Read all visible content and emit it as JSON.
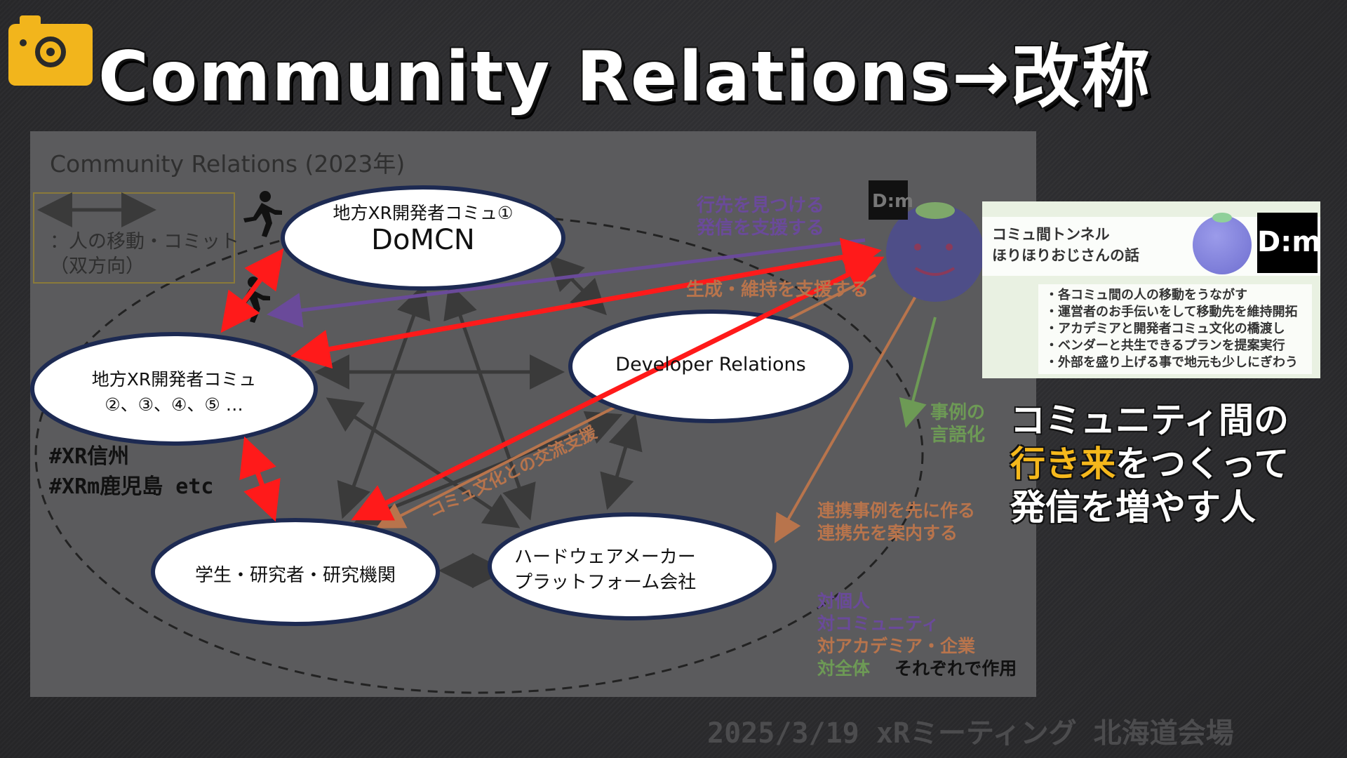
{
  "slide": {
    "title": "Community Relations→改称",
    "footer": "2025/3/19 xRミーティング 北海道会場",
    "tagline": {
      "line1": "コミュニティ間の",
      "line2_highlight": "行き来",
      "line2_rest": "をつくって",
      "line3": "発信を増やす人"
    }
  },
  "diagram": {
    "title": "Community Relations (2023年)",
    "legend": {
      "line1": "：人の移動・コミット",
      "line2": "（双方向）"
    },
    "nodes": {
      "domcn_line1": "地方XR開発者コミュ①",
      "domcn_line2": "DoMCN",
      "local_line1": "地方XR開発者コミュ",
      "local_line2": "②、③、④、⑤ …",
      "devrel": "Developer Relations",
      "academia": "学生・研究者・研究機関",
      "hardware_line1": "ハードウェアメーカー",
      "hardware_line2": "プラットフォーム会社"
    },
    "annotations": {
      "find_dest_1": "行先を見つける",
      "find_dest_2": "発信を支援する",
      "support": "生成・維持を支援する",
      "verbalize_1": "事例の",
      "verbalize_2": "言語化",
      "collab_1": "連携事例を先に作る",
      "collab_2": "連携先を案内する",
      "culture": "コミュ文化との交流支援",
      "target_individual": "対個人",
      "target_community": "対コミュニティ",
      "target_academia": "対アカデミア・企業",
      "target_all": "対全体",
      "each_acts": "それぞれで作用"
    }
  },
  "hashtags": {
    "shinshu": "#XR信州",
    "kagoshima": "#XRm鹿児島 etc"
  },
  "card": {
    "title_line1": "コミュ間トンネル",
    "title_line2": "ほりほりおじさんの話",
    "logo": "D:m",
    "items": [
      "・各コミュ間の人の移動をうながす",
      "・運営者のお手伝いをして移動先を維持開拓",
      "・アカデミアと開発者コミュ文化の橋渡し",
      "・ベンダーと共生できるプランを提案実行",
      "・外部を盛り上げる事で地元も少しにぎわう"
    ]
  },
  "colors": {
    "accent_yellow": "#f2b51c",
    "arrow_red": "#ff1a1a",
    "purple": "#6a4a9a",
    "orange": "#b8744c",
    "green": "#6d9a55"
  }
}
